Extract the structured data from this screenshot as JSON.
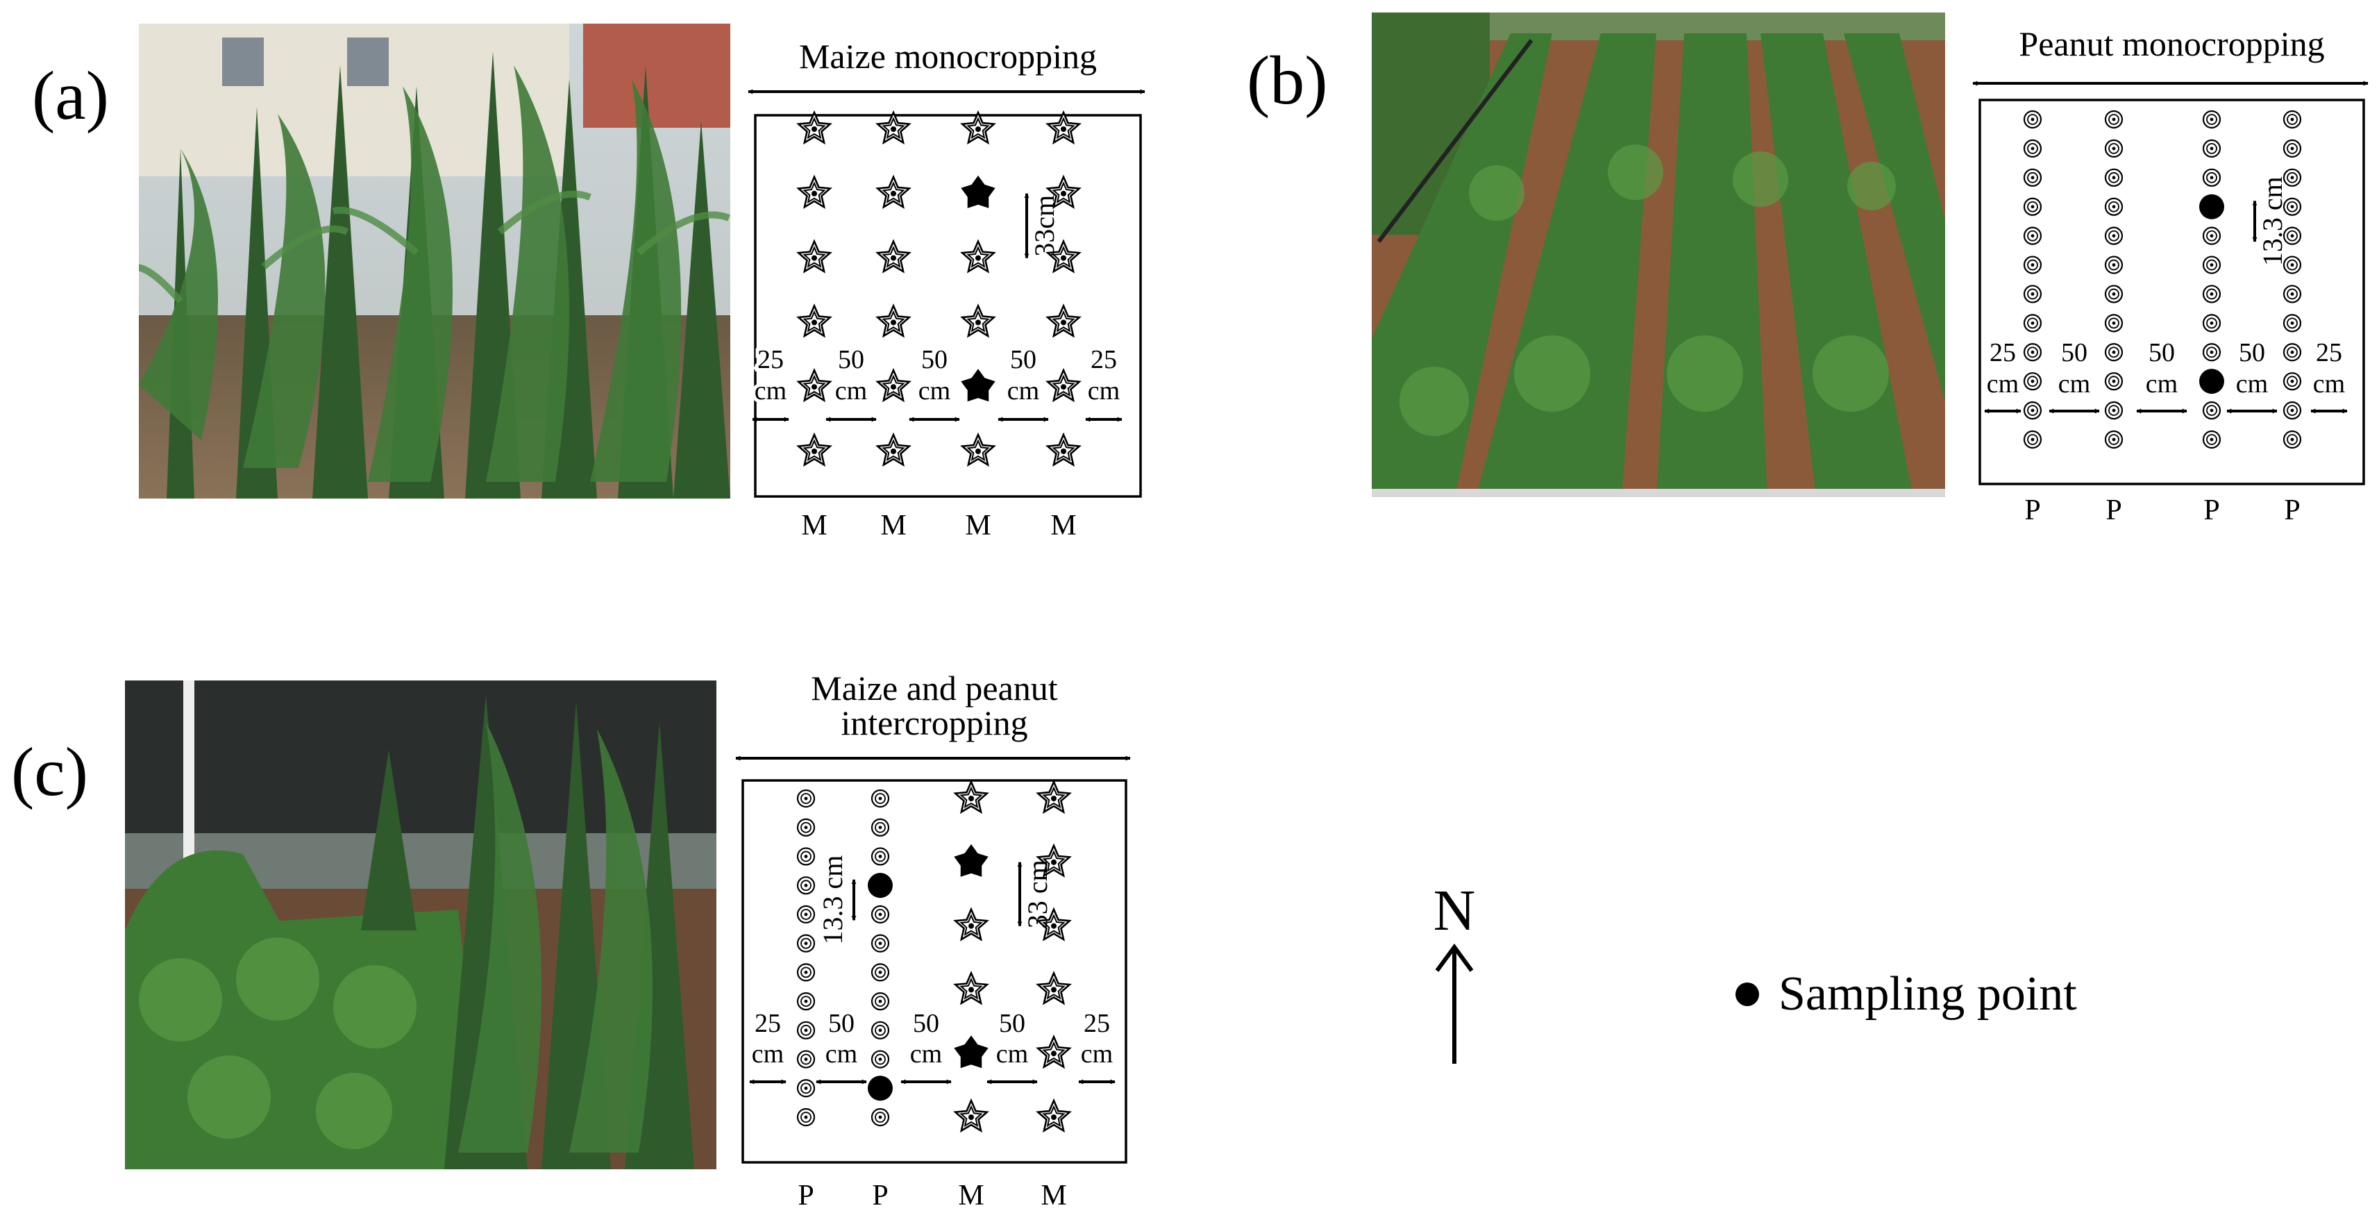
{
  "panels": [
    {
      "id": "a",
      "label": "(a)",
      "title": "Maize monocropping",
      "photo": "maize-monocropping-photo",
      "columns": [
        {
          "crop": "M",
          "sym": "star",
          "count": 6
        },
        {
          "crop": "M",
          "sym": "star",
          "count": 6
        },
        {
          "crop": "M",
          "sym": "star",
          "count": 6,
          "sample_rows": [
            1,
            4
          ]
        },
        {
          "crop": "M",
          "sym": "star",
          "count": 6
        }
      ],
      "spacing": {
        "label": "33cm",
        "col": 2
      },
      "gaps": [
        {
          "value": "25",
          "unit": "cm"
        },
        {
          "value": "50",
          "unit": "cm"
        },
        {
          "value": "50",
          "unit": "cm"
        },
        {
          "value": "50",
          "unit": "cm"
        },
        {
          "value": "25",
          "unit": "cm"
        }
      ],
      "row_labels": [
        "M",
        "M",
        "M",
        "M"
      ]
    },
    {
      "id": "b",
      "label": "(b)",
      "title": "Peanut monocropping",
      "photo": "peanut-monocropping-photo",
      "columns": [
        {
          "crop": "P",
          "sym": "circle",
          "count": 12
        },
        {
          "crop": "P",
          "sym": "circle",
          "count": 12
        },
        {
          "crop": "P",
          "sym": "circle",
          "count": 12,
          "sample_rows": [
            3,
            9
          ]
        },
        {
          "crop": "P",
          "sym": "circle",
          "count": 12
        }
      ],
      "spacing": {
        "label": "13.3 cm",
        "col": 2
      },
      "gaps": [
        {
          "value": "25",
          "unit": "cm"
        },
        {
          "value": "50",
          "unit": "cm"
        },
        {
          "value": "50",
          "unit": "cm"
        },
        {
          "value": "50",
          "unit": "cm"
        },
        {
          "value": "25",
          "unit": "cm"
        }
      ],
      "row_labels": [
        "P",
        "P",
        "P",
        "P"
      ]
    },
    {
      "id": "c",
      "label": "(c)",
      "title_lines": [
        "Maize and peanut",
        "intercropping"
      ],
      "photo": "intercropping-photo",
      "columns": [
        {
          "crop": "P",
          "sym": "circle",
          "count": 12
        },
        {
          "crop": "P",
          "sym": "circle",
          "count": 12,
          "sample_rows": [
            3,
            10
          ]
        },
        {
          "crop": "M",
          "sym": "star",
          "count": 6,
          "sample_rows": [
            1,
            4
          ]
        },
        {
          "crop": "M",
          "sym": "star",
          "count": 6
        }
      ],
      "spacings": [
        {
          "label": "13.3 cm",
          "col": 1
        },
        {
          "label": "33 cm",
          "col": 2
        }
      ],
      "gaps": [
        {
          "value": "25",
          "unit": "cm"
        },
        {
          "value": "50",
          "unit": "cm"
        },
        {
          "value": "50",
          "unit": "cm"
        },
        {
          "value": "50",
          "unit": "cm"
        },
        {
          "value": "25",
          "unit": "cm"
        }
      ],
      "row_labels": [
        "P",
        "P",
        "M",
        "M"
      ]
    }
  ],
  "north": {
    "letter": "N"
  },
  "legend": {
    "label": "Sampling point",
    "symbol": "filled-circle"
  }
}
